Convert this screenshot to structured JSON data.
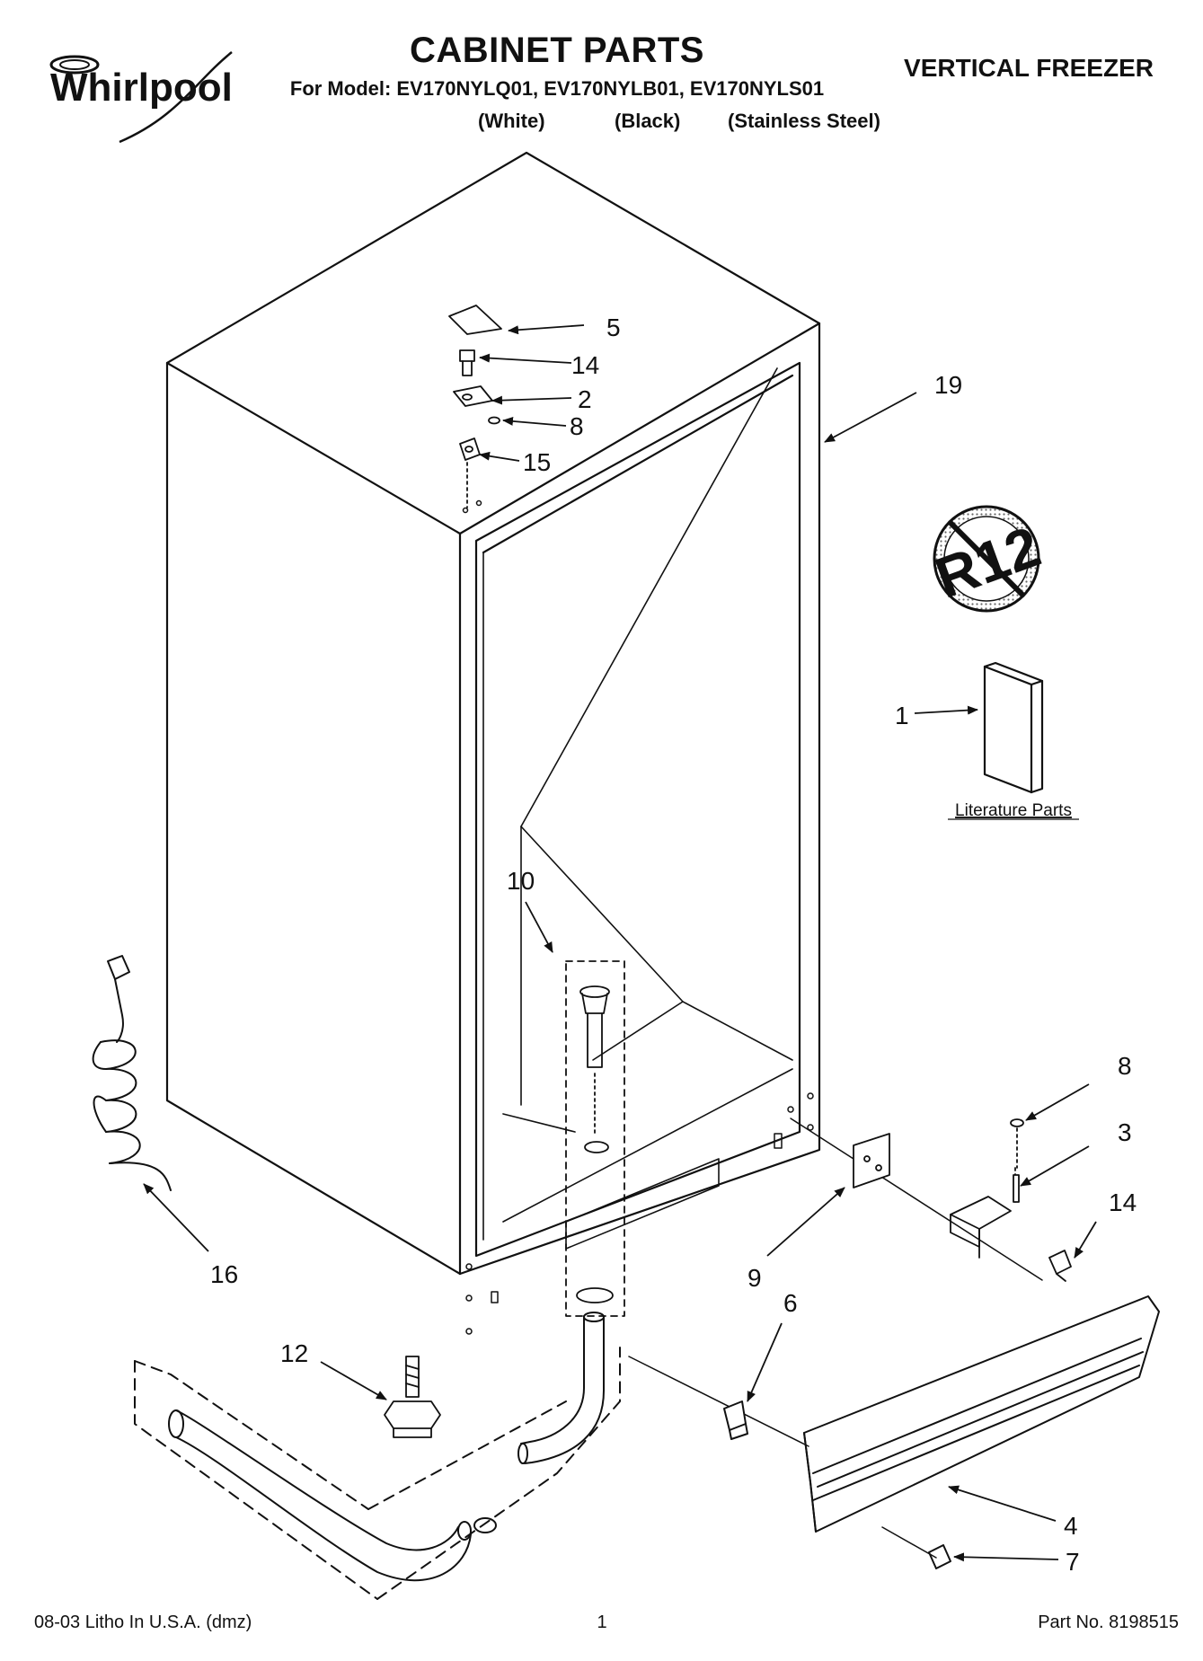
{
  "header": {
    "brand": "Whirlpool",
    "title": "CABINET PARTS",
    "model_line": "For Model: EV170NYLQ01, EV170NYLB01, EV170NYLS01",
    "variants": [
      "(White)",
      "(Black)",
      "(Stainless Steel)"
    ],
    "category": "VERTICAL FREEZER"
  },
  "callouts": [
    "5",
    "14",
    "2",
    "8",
    "15",
    "19",
    "1",
    "10",
    "8",
    "3",
    "14",
    "9",
    "6",
    "16",
    "12",
    "4",
    "7"
  ],
  "literature_label": "Literature Parts",
  "footer": {
    "left": "08-03 Litho In U.S.A. (dmz)",
    "page": "1",
    "right": "Part No. 8198515"
  },
  "colors": {
    "ink": "#111111",
    "paper": "#ffffff"
  }
}
